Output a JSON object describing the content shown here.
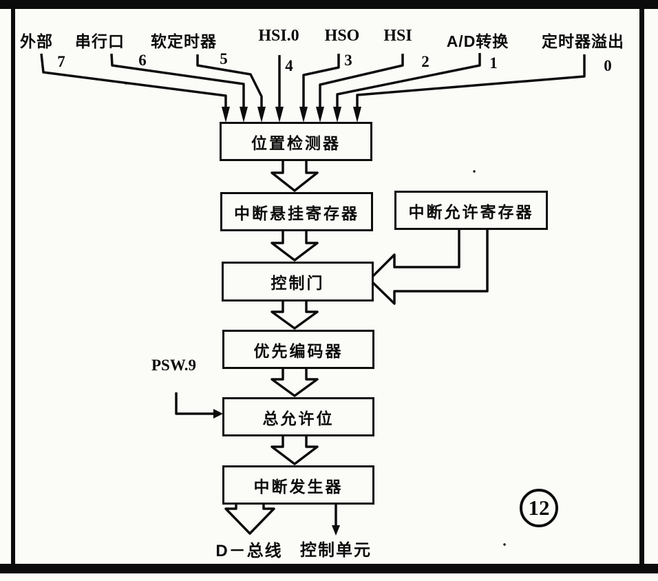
{
  "diagram": {
    "interrupt_sources": [
      {
        "name": "外部",
        "vector": "7"
      },
      {
        "name": "串行口",
        "vector": "6"
      },
      {
        "name": "软定时器",
        "vector": "5"
      },
      {
        "name": "HSI.0",
        "vector": "4"
      },
      {
        "name": "HSO",
        "vector": "3"
      },
      {
        "name": "HSI",
        "vector": "2"
      },
      {
        "name": "A/D转换",
        "vector": "1"
      },
      {
        "name": "定时器溢出",
        "vector": "0"
      }
    ],
    "blocks": {
      "bit_detector": "位置检测器",
      "pending_register": "中断悬挂寄存器",
      "enable_register": "中断允许寄存器",
      "control_gate": "控制门",
      "priority_encoder": "优先编码器",
      "global_enable_bit": "总允许位",
      "interrupt_generator": "中断发生器"
    },
    "psw_bit_label": "PSW.9",
    "outputs": {
      "d_bus": "D－总线",
      "control_unit": "控制单元"
    },
    "figure_number": "12",
    "ink_color": "#0c0c0c",
    "paper_color": "#fbfbf8"
  }
}
